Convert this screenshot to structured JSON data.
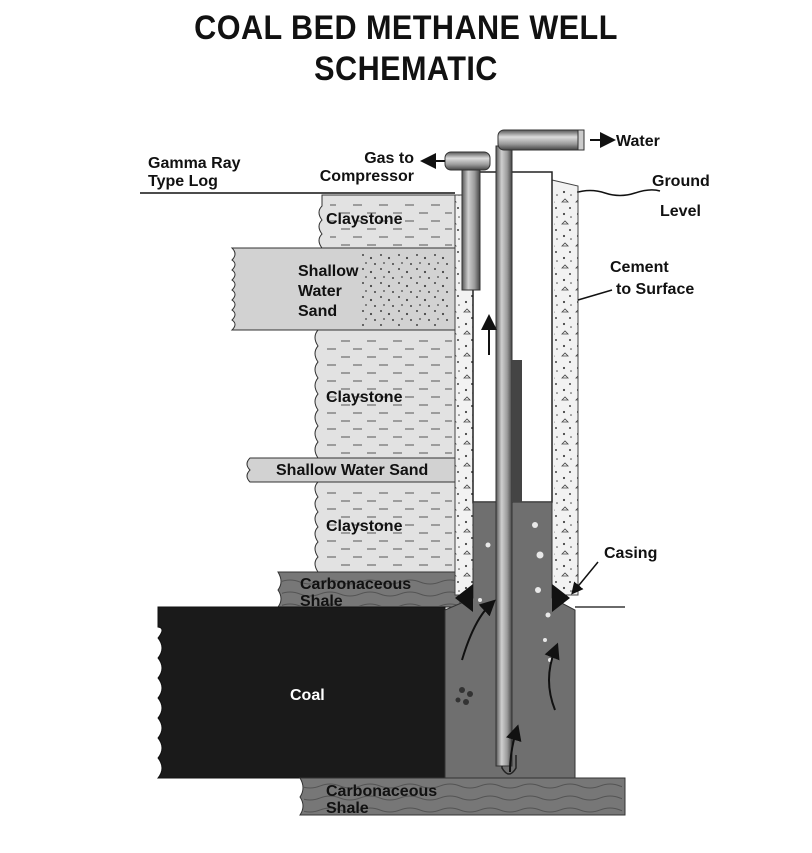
{
  "title": {
    "line1": "COAL BED METHANE WELL",
    "line2": "SCHEMATIC"
  },
  "labels": {
    "gamma_ray_line1": "Gamma Ray",
    "gamma_ray_line2": "Type Log",
    "gas_line1": "Gas to",
    "gas_line2": "Compressor",
    "water": "Water",
    "ground_line1": "Ground",
    "ground_line2": "Level",
    "cement_line1": "Cement",
    "cement_line2": "to Surface",
    "casing": "Casing"
  },
  "layers": {
    "claystone_1": "Claystone",
    "shallow_water_sand_line1": "Shallow",
    "shallow_water_sand_line2": "Water",
    "shallow_water_sand_line3": "Sand",
    "claystone_2": "Claystone",
    "shallow_water_sand_2": "Shallow Water Sand",
    "claystone_3": "Claystone",
    "carbonaceous_shale_1_line1": "Carbonaceous",
    "carbonaceous_shale_1_line2": "Shale",
    "coal": "Coal",
    "carbonaceous_shale_2_line1": "Carbonaceous",
    "carbonaceous_shale_2_line2": "Shale"
  },
  "colors": {
    "coal": "#1a1a1a",
    "shale": "#777777",
    "formation_light": "#e2e2e2",
    "sand": "#d2d2d2",
    "cavity": "#6f6f6f",
    "cement": "#f2f2f2",
    "pipe": "#8a8a8a"
  }
}
